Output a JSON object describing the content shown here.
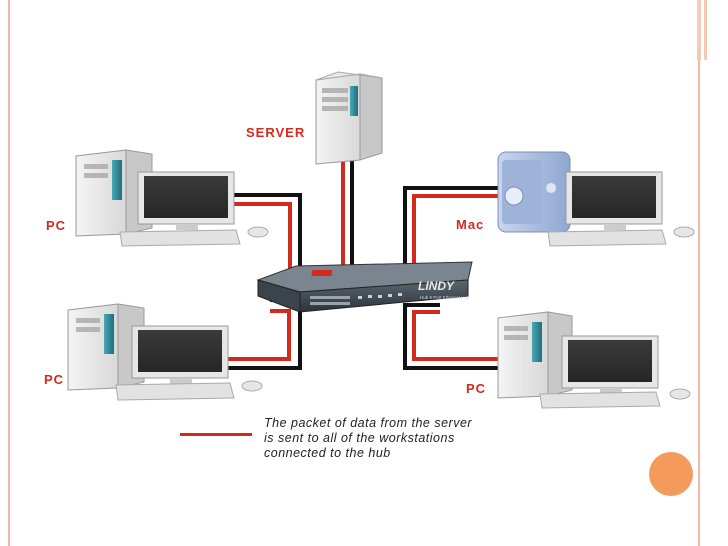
{
  "labels": {
    "server": "SERVER",
    "pc_top_left": "PC",
    "pc_bottom_left": "PC",
    "mac": "Mac",
    "pc_bottom_right": "PC"
  },
  "hub": {
    "brand": "LINDY",
    "small_text": "Hub 5 Port Ethernet Hub"
  },
  "legend": {
    "text_lines": [
      "The packet of data from the server",
      "is sent to all of the workstations",
      "connected to the hub"
    ],
    "line_color": "#d32a1e"
  },
  "colors": {
    "cable_red": "#d32a1e",
    "cable_black": "#111111",
    "accent_orange": "#f39a5c",
    "frame_pink": "#f1b8a8"
  }
}
